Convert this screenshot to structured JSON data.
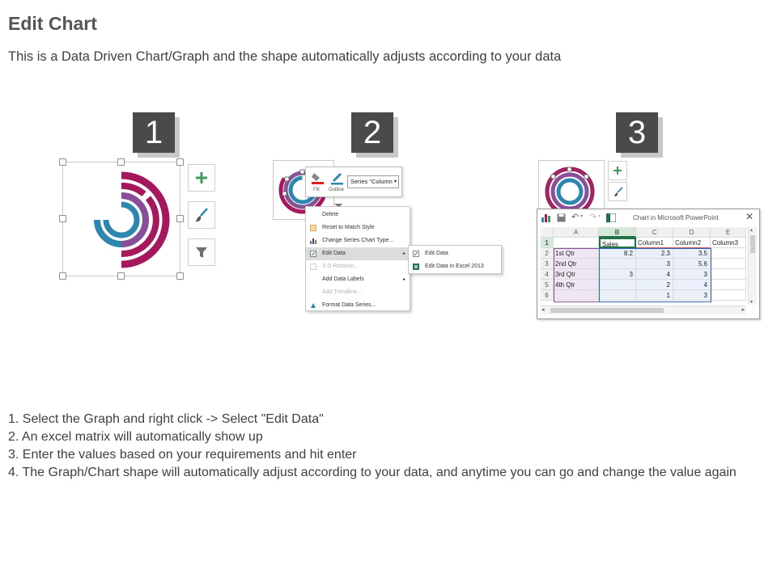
{
  "title": "Edit Chart",
  "subtitle": "This is a Data Driven Chart/Graph and the shape automatically adjusts according to your data",
  "badges": [
    "1",
    "2",
    "3"
  ],
  "panel2": {
    "toolbar": {
      "fill_label": "Fill",
      "outline_label": "Outline",
      "series_dropdown": "Series \"Column"
    },
    "context_menu": [
      {
        "label": "Delete",
        "icon": "delete-icon",
        "disabled": false
      },
      {
        "label": "Reset to Match Style",
        "icon": "reset-style-icon",
        "disabled": false
      },
      {
        "label": "Change Series Chart Type...",
        "icon": "chart-type-icon",
        "disabled": false
      },
      {
        "label": "Edit Data",
        "icon": "edit-data-icon",
        "disabled": false,
        "highlighted": true,
        "submenu": true
      },
      {
        "label": "3-D Rotation...",
        "icon": "rotation-icon",
        "disabled": true
      },
      {
        "label": "Add Data Labels",
        "icon": "",
        "disabled": false,
        "submenu": true
      },
      {
        "label": "Add Trendline...",
        "icon": "",
        "disabled": true
      },
      {
        "label": "Format Data Series...",
        "icon": "format-series-icon",
        "disabled": false
      }
    ],
    "submenu": [
      {
        "label": "Edit Data",
        "icon": "edit-data-icon"
      },
      {
        "label": "Edit Data in Excel 2013",
        "icon": "excel-icon"
      }
    ]
  },
  "panel3": {
    "window_title": "Chart in Microsoft PowerPoint",
    "columns": [
      "A",
      "B",
      "C",
      "D",
      "E"
    ],
    "rows": [
      {
        "n": "1",
        "cells": [
          "",
          "Sales",
          "Column1",
          "Column2",
          "Column3"
        ]
      },
      {
        "n": "2",
        "cells": [
          "1st Qtr",
          "8.2",
          "2.3",
          "3.5",
          ""
        ]
      },
      {
        "n": "3",
        "cells": [
          "2nd Qtr",
          "",
          "3",
          "5.6",
          ""
        ]
      },
      {
        "n": "4",
        "cells": [
          "3rd Qtr",
          "3",
          "4",
          "3",
          ""
        ]
      },
      {
        "n": "5",
        "cells": [
          "4th Qtr",
          "",
          "2",
          "4",
          ""
        ]
      },
      {
        "n": "6",
        "cells": [
          "",
          "",
          "1",
          "3",
          ""
        ]
      }
    ]
  },
  "steps": [
    "1. Select the Graph and right click -> Select \"Edit Data\"",
    "2. An excel matrix will automatically show up",
    "3. Enter the values based on your requirements and hit enter",
    "4. The Graph/Chart shape will automatically adjust according to your data, and anytime you can go and change the value again"
  ],
  "colors": {
    "magenta": "#a5195c",
    "blue": "#2d86ae",
    "purple": "#8a4f99",
    "badge": "#4a4a4a",
    "green_plus": "#3e9b5c"
  }
}
